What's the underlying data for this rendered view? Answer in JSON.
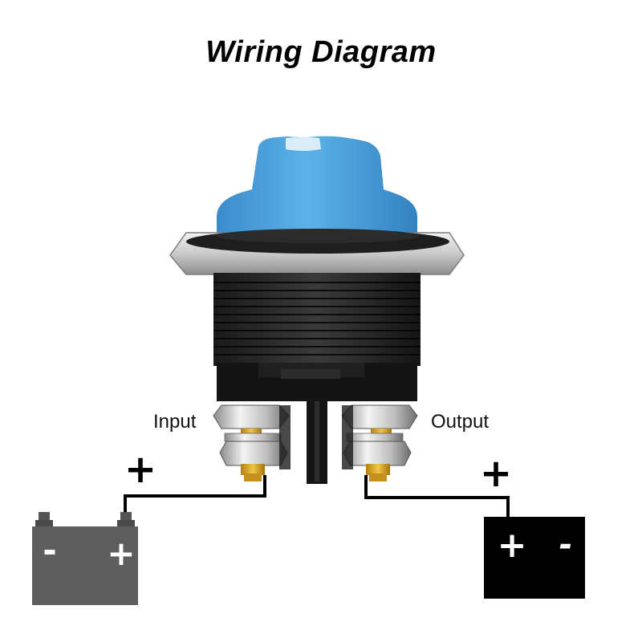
{
  "title": "Wiring Diagram",
  "labels": {
    "input": "Input",
    "output": "Output"
  },
  "signs": {
    "input_terminal": "+",
    "output_terminal": "+"
  },
  "battery_left": {
    "minus_symbol": "-",
    "plus_symbol": "+"
  },
  "load_box": {
    "plus_symbol": "+",
    "minus_symbol": "-"
  },
  "colors": {
    "knob": "#4a9fd8",
    "battery": "#5e5e5e",
    "load": "#000000",
    "wire": "#000000",
    "brass": "#d9a82a"
  }
}
